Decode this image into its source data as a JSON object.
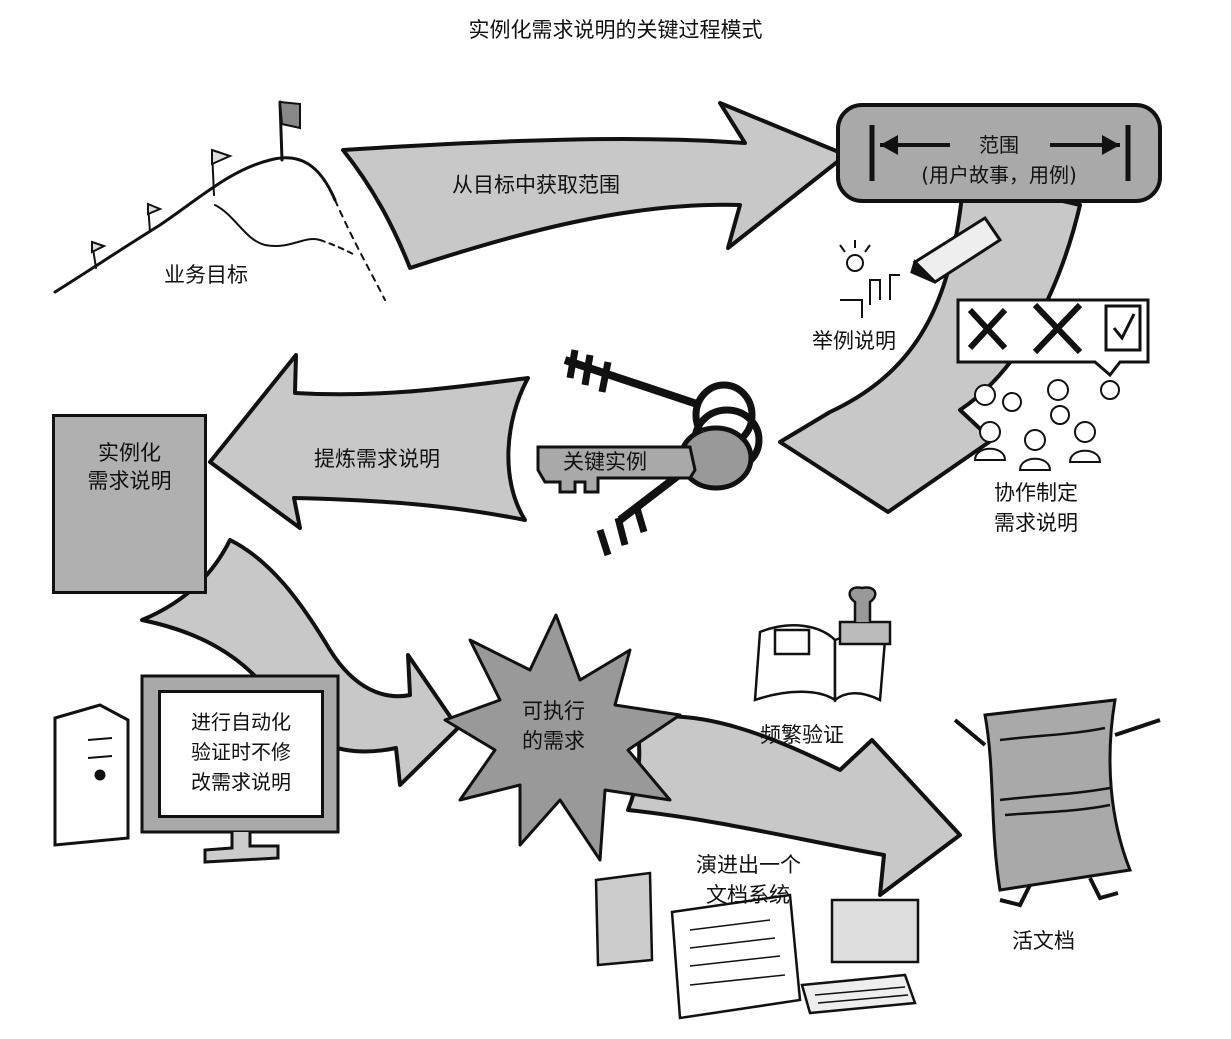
{
  "title": "实例化需求说明的关键过程模式",
  "business_goals": "业务目标",
  "arrows": {
    "derive_scope": "从目标中获取范围",
    "refine_spec": "提炼需求说明"
  },
  "scope": {
    "line1": "范围",
    "line2": "(用户故事，用例)"
  },
  "illustrate": "举例说明",
  "collaborate": {
    "line1": "协作制定",
    "line2": "需求说明"
  },
  "key_examples": "关键实例",
  "spec_doc": {
    "line1": "实例化",
    "line2": "需求说明"
  },
  "automate": {
    "line1": "进行自动化",
    "line2": "验证时不修",
    "line3": "改需求说明"
  },
  "executable": {
    "line1": "可执行",
    "line2": "的需求"
  },
  "validate": "频繁验证",
  "evolve": {
    "line1": "演进出一个",
    "line2": "文档系统"
  },
  "living_doc": "活文档",
  "colors": {
    "arrow_fill": "#c8c8c8",
    "box_fill": "#a9a9a9",
    "ink": "#111111"
  }
}
